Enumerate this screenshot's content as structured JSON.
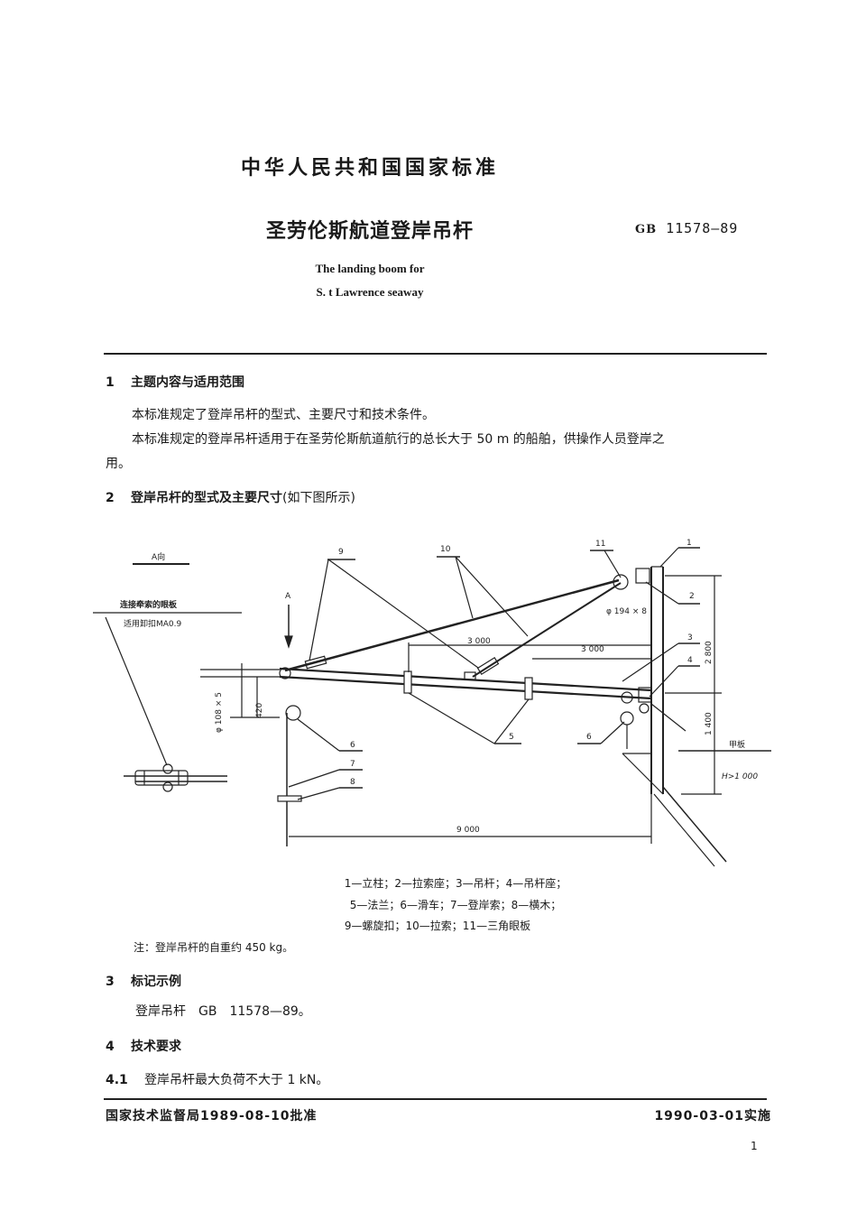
{
  "header": {
    "national_standard": "中华人民共和国国家标准",
    "title_cn": "圣劳伦斯航道登岸吊杆",
    "std_prefix": "GB",
    "std_number": "11578—89",
    "title_en_line1": "The landing boom for",
    "title_en_line2": "S. t Lawrence seaway"
  },
  "section1": {
    "num": "1",
    "heading": "主题内容与适用范围",
    "para1": "本标准规定了登岸吊杆的型式、主要尺寸和技术条件。",
    "para2a": "本标准规定的登岸吊杆适用于在圣劳伦斯航道航行的总长大于 50 m 的船舶，供操作人员登岸之",
    "para2b": "用。"
  },
  "section2": {
    "num": "2",
    "heading": "登岸吊杆的型式及主要尺寸",
    "heading_note": "(如下图所示)"
  },
  "figure": {
    "view_label": "A向",
    "eye_plate_line1": "连接牵索的眼板",
    "eye_plate_line2": "适用卸扣MA0.9",
    "arrow_label": "A",
    "dim_phi108": "φ 108 × 5",
    "dim_420": "420",
    "dim_3000_a": "3 000",
    "dim_3000_b": "3 000",
    "dim_phi194": "φ 194 × 8",
    "dim_2800": "2 800",
    "dim_1400": "1 400",
    "dim_9000": "9 000",
    "deck_label": "甲板",
    "height_label": "H>1 000",
    "callouts": [
      "1",
      "2",
      "3",
      "4",
      "5",
      "6",
      "6",
      "7",
      "8",
      "9",
      "10",
      "11"
    ],
    "legend_line1": "1—立柱；2—拉索座；3—吊杆；4—吊杆座；",
    "legend_line2": "5—法兰；6—滑车；7—登岸索；8—横木；",
    "legend_line3": "9—螺旋扣；10—拉索；11—三角眼板",
    "note": "注：登岸吊杆的自重约 450 kg。"
  },
  "section3": {
    "num": "3",
    "heading": "标记示例",
    "example": "登岸吊杆　GB　11578—89。"
  },
  "section4": {
    "num": "4",
    "heading": "技术要求",
    "item_num": "4.1",
    "item_text": "登岸吊杆最大负荷不大于 1 kN。"
  },
  "footer": {
    "approval": "国家技术监督局1989-08-10批准",
    "effective": "1990-03-01实施",
    "page_number": "1"
  }
}
